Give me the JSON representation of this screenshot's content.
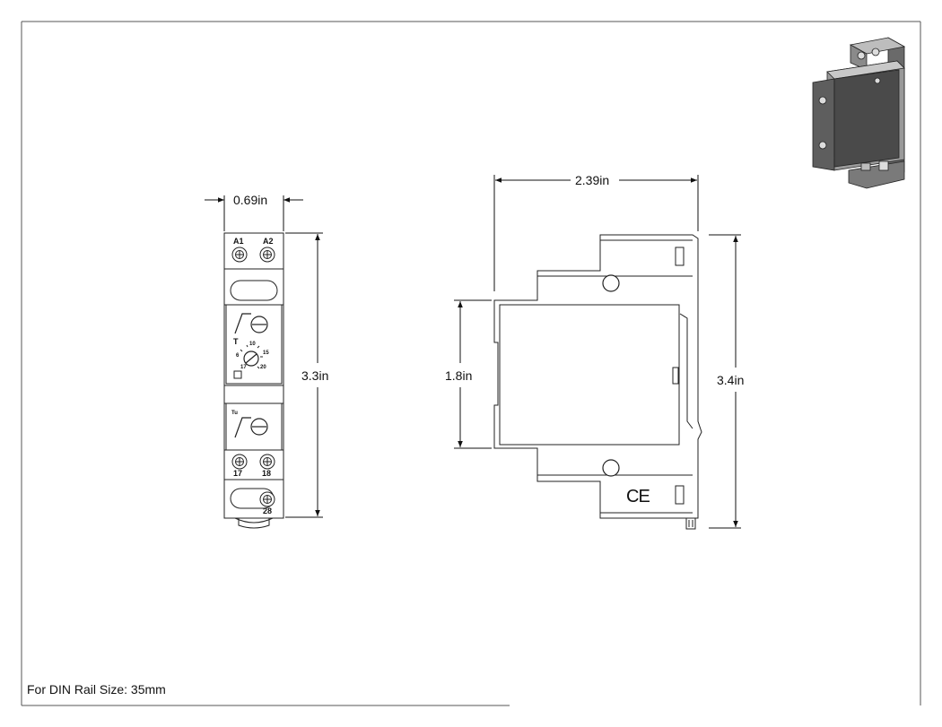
{
  "dimensions": {
    "front_width": "0.69in",
    "front_height": "3.3in",
    "side_width": "2.39in",
    "side_inner_height": "1.8in",
    "side_height": "3.4in"
  },
  "terminals": {
    "a1": "A1",
    "a2": "A2",
    "t17": "17",
    "t18": "18",
    "t28": "28"
  },
  "dial": {
    "t_label": "T",
    "tu_label": "Tu",
    "scale": [
      "6",
      "10",
      "15",
      "17",
      "20"
    ]
  },
  "side_marks": {
    "ce": "CE"
  },
  "footer": {
    "rail_note": "For DIN Rail Size: 35mm"
  }
}
